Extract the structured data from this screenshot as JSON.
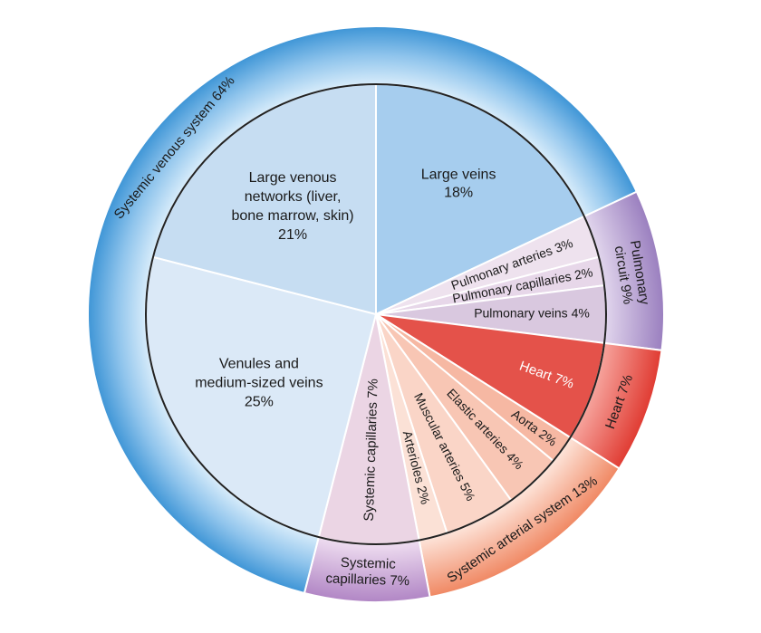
{
  "chart_data": {
    "type": "pie",
    "title": "",
    "inner_ring": {
      "slices": [
        {
          "label": "Large veins",
          "value_label": "18%",
          "value": 18,
          "color": "#a6cdee"
        },
        {
          "label": "Pulmonary arteries 3%",
          "value": 3,
          "color": "#eee2ee"
        },
        {
          "label": "Pulmonary capillaries 2%",
          "value": 2,
          "color": "#e7d7e9"
        },
        {
          "label": "Pulmonary veins 4%",
          "value": 4,
          "color": "#d9c8df"
        },
        {
          "label": "Heart 7%",
          "value": 7,
          "color": "#e4524a"
        },
        {
          "label": "Aorta 2%",
          "value": 2,
          "color": "#f6b8a3"
        },
        {
          "label": "Elastic arteries 4%",
          "value": 4,
          "color": "#f8c6b4"
        },
        {
          "label": "Muscular arteries 5%",
          "value": 5,
          "color": "#fad5c7"
        },
        {
          "label": "Arterioles 2%",
          "value": 2,
          "color": "#fbe1d6"
        },
        {
          "label": "Systemic capillaries 7%",
          "value": 7,
          "color": "#ebd5e4"
        },
        {
          "label": "Venules and",
          "label2": "medium-sized veins",
          "value_label": "25%",
          "value": 25,
          "color": "#dbe9f7"
        },
        {
          "label": "Large venous",
          "label2": "networks (liver,",
          "label3": "bone marrow, skin)",
          "value_label": "21%",
          "value": 21,
          "color": "#c6ddf2"
        }
      ]
    },
    "outer_ring": {
      "segments": [
        {
          "label": "Pulmonary",
          "label2": "circuit 9%",
          "value": 9,
          "color": "#b9a5d1"
        },
        {
          "label": "Heart 7%",
          "value": 7,
          "color": "#e8574e"
        },
        {
          "label": "Systemic arterial system 13%",
          "value": 13,
          "color": "#f6a98a"
        },
        {
          "label": "Systemic",
          "label2": "capillaries 7%",
          "value": 7,
          "color": "#c6a6d0"
        },
        {
          "label": "Systemic venous system 64%",
          "value": 64,
          "color": "#8fc4ec"
        }
      ]
    }
  }
}
